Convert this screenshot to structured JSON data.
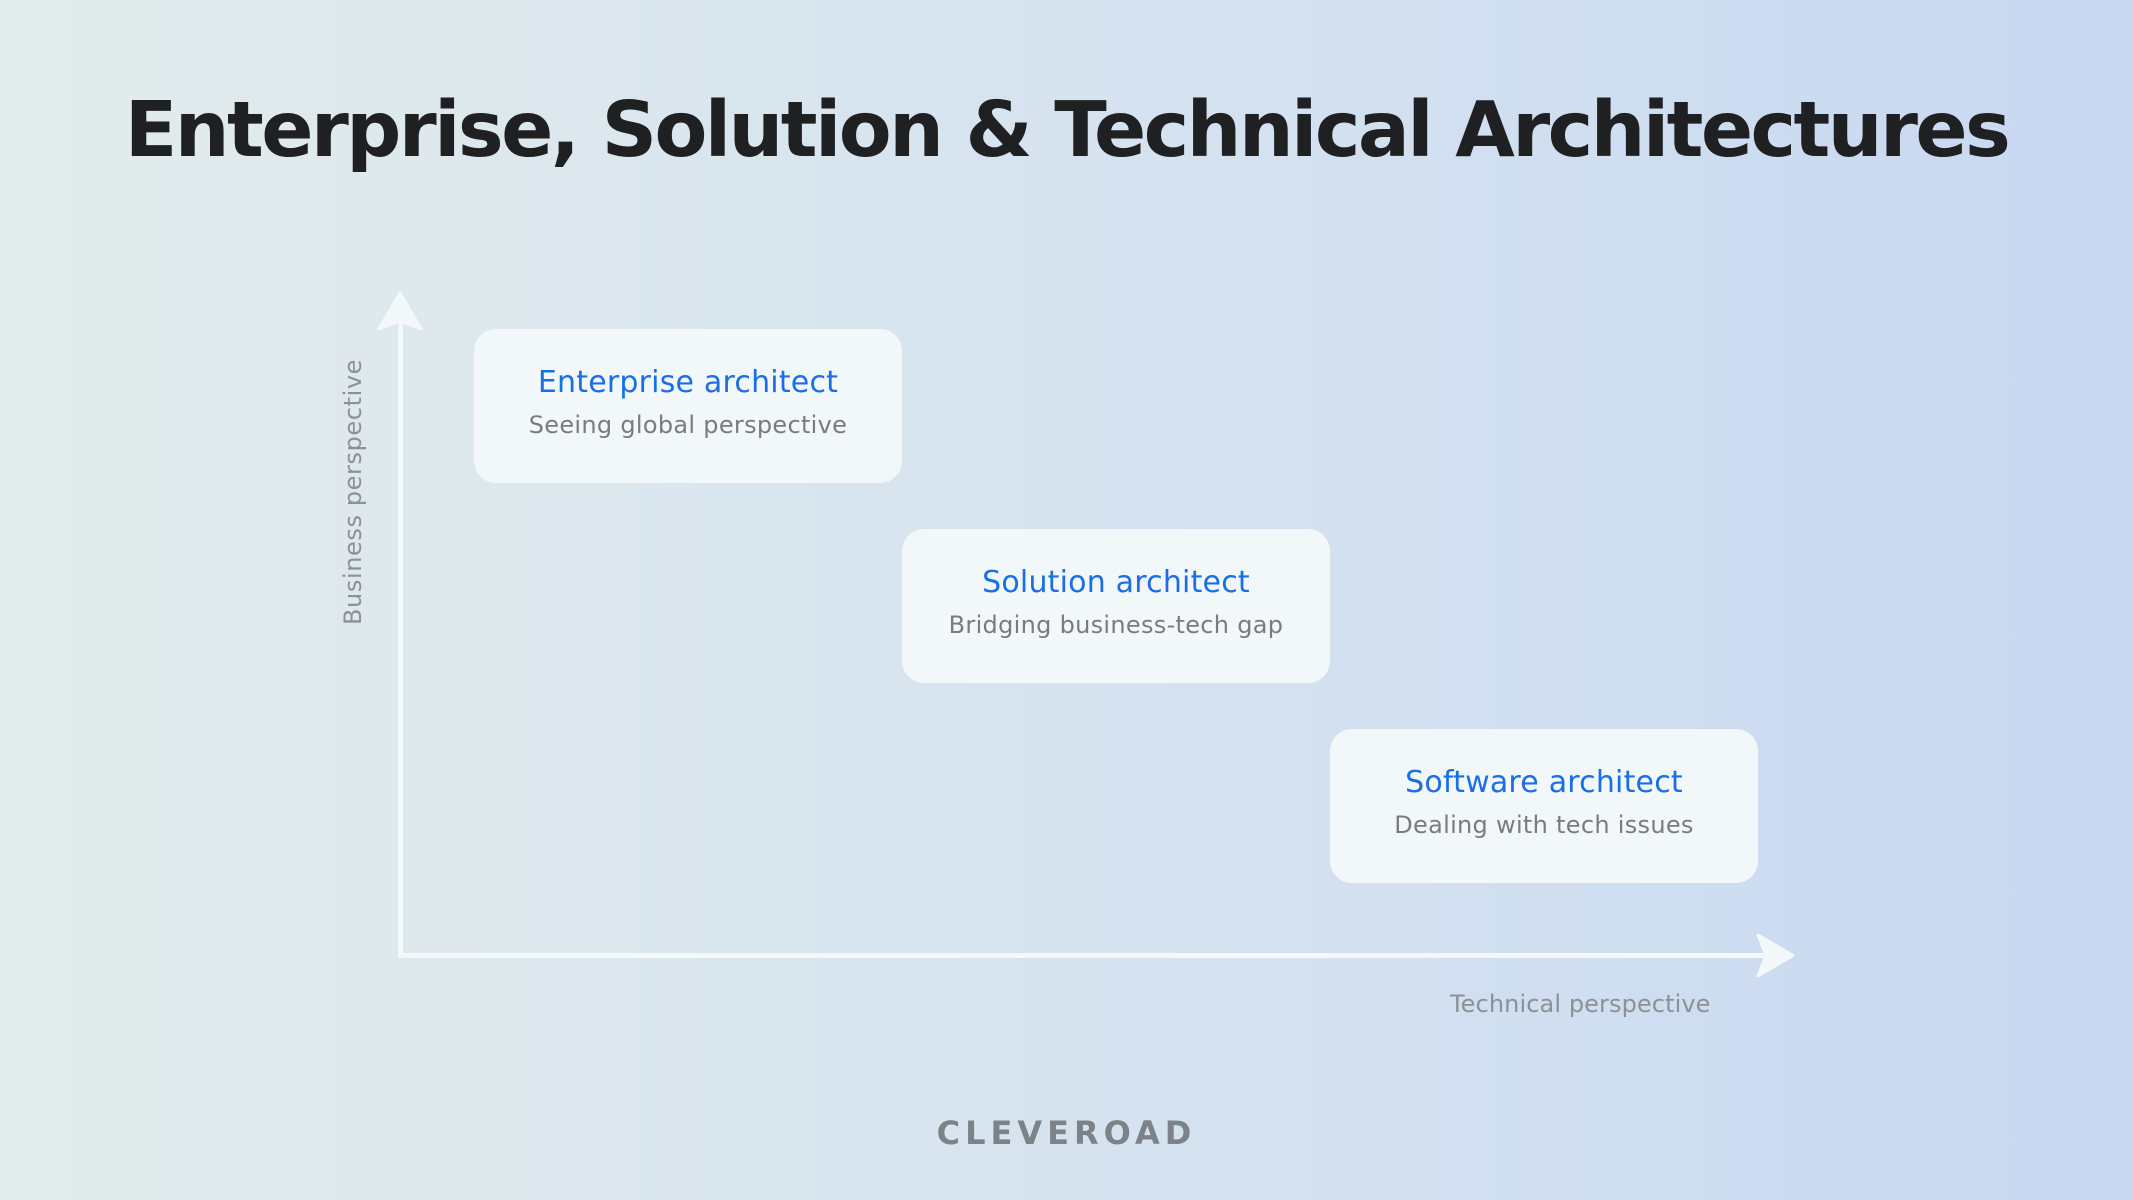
{
  "title": "Enterprise, Solution & Technical Architectures",
  "axes": {
    "y_label": "Business perspective",
    "x_label": "Technical perspective",
    "line_color": "#f3f8fa"
  },
  "cards": [
    {
      "title": "Enterprise architect",
      "subtitle": "Seeing global perspective"
    },
    {
      "title": "Solution architect",
      "subtitle": "Bridging business-tech gap"
    },
    {
      "title": "Software architect",
      "subtitle": "Dealing with tech issues"
    }
  ],
  "colors": {
    "card_title": "#1a6ee6",
    "card_subtitle": "#787c80",
    "card_background": "#f2f7f9",
    "title": "#1f2022",
    "background_left": "#e3ecec",
    "background_right": "#c8d8f1"
  },
  "logo": "CLEVEROAD"
}
